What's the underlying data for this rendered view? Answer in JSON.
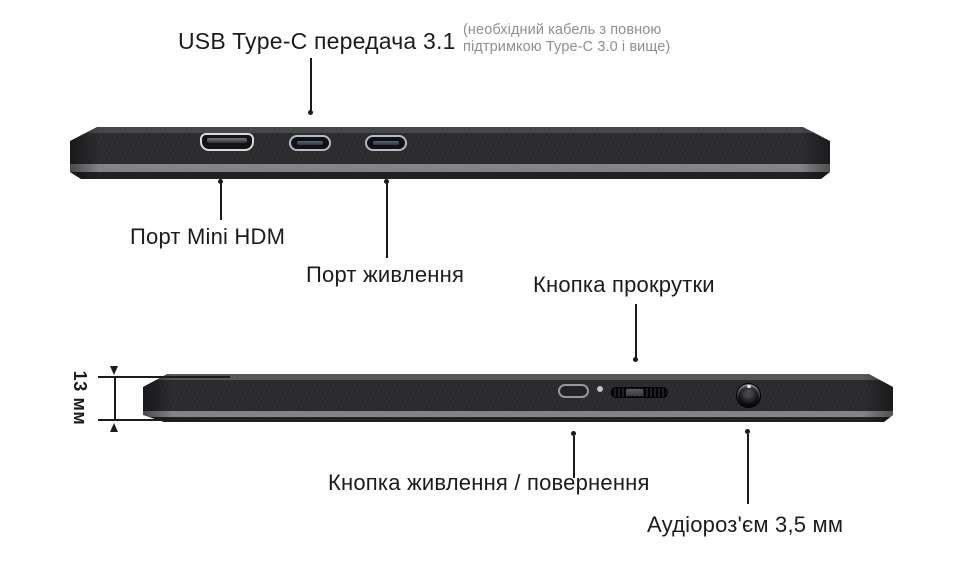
{
  "figure": {
    "type": "product-edge-annotation-diagram",
    "subject": "portable monitor side edges with port callouts"
  },
  "colors": {
    "background": "#ffffff",
    "text": "#1c1c1e",
    "note_text": "#8f8f91",
    "leader_line": "#1b1b1d",
    "device_body": "#2b2b2e",
    "device_top_face": "#4a4a4d",
    "device_gray_strip": "#828386",
    "device_bottom_edge": "#202023",
    "usbc_outline": "#b4bac4",
    "hdmi_outline": "#dadada"
  },
  "annotations": {
    "usb_typec": {
      "title": "USB Type-C передача 3.1",
      "note_line1": "(необхідний кабель з повною",
      "note_line2": "підтримкою Type-C 3.0 і вище)"
    },
    "mini_hdmi": {
      "label": "Порт Mini HDM"
    },
    "power_port": {
      "label": "Порт живлення"
    },
    "scroll_button": {
      "label": "Кнопка прокрутки"
    },
    "power_return_button": {
      "label": "Кнопка живлення / повернення"
    },
    "audio_jack": {
      "label": "Аудіороз'єм 3,5 мм"
    }
  },
  "dimension": {
    "label": "13 мм"
  },
  "ports_depicted": [
    "mini-hdmi-port",
    "usb-c-port-1",
    "usb-c-port-2",
    "power-button",
    "led-indicator",
    "scroll-wheel",
    "audio-jack-3-5mm"
  ]
}
